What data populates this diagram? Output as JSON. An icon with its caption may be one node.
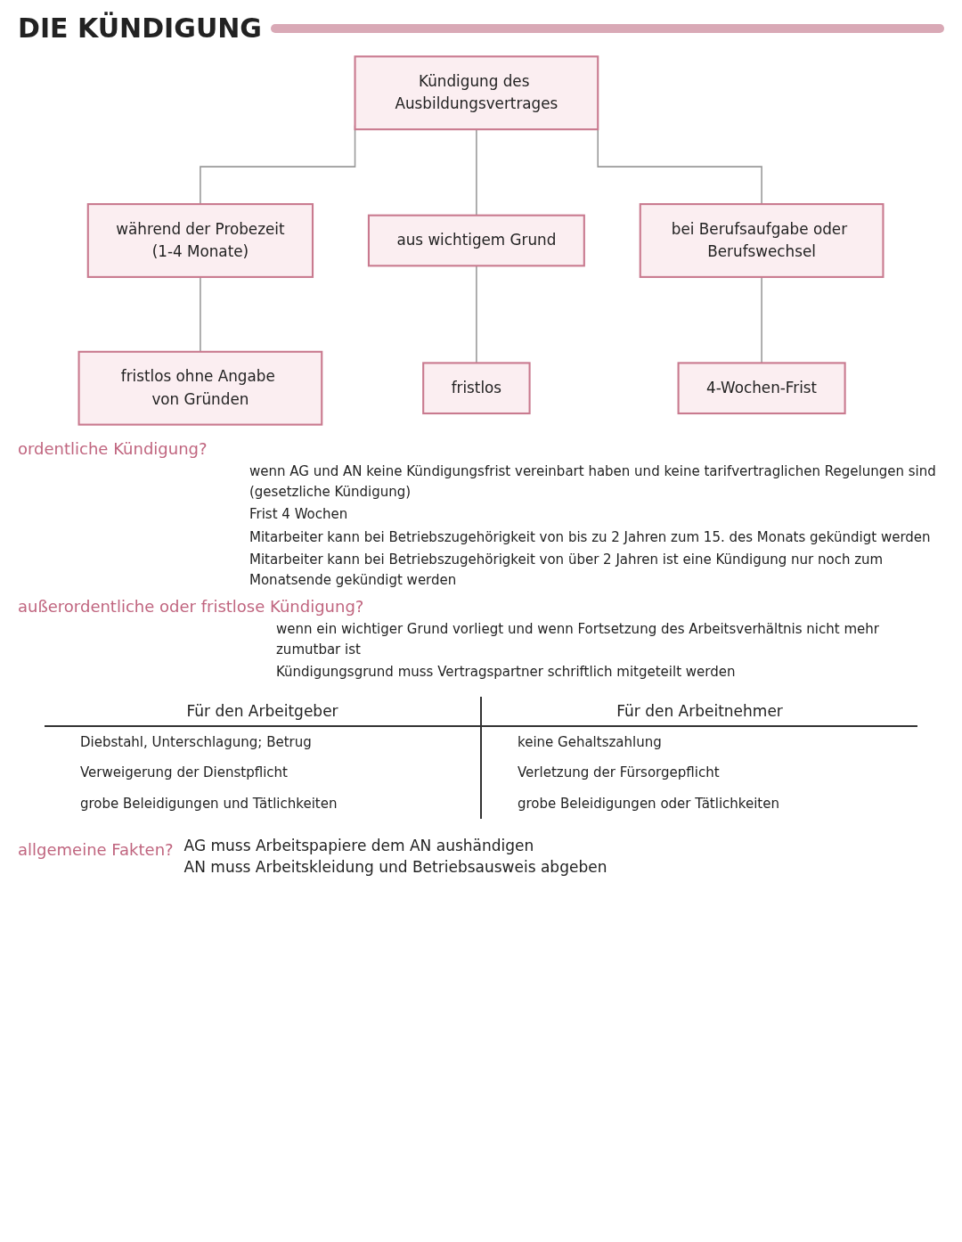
{
  "diagram": {
    "title": "DIE KÜNDIGUNG",
    "nodes": [
      {
        "text": [
          "Kündigung des Ausbildungsvertrages"
        ]
      },
      {
        "text": [
          "während der Probezeit",
          "(1-4 Monate)"
        ]
      },
      {
        "text": [
          "aus wichtigem Grund"
        ]
      },
      {
        "text": [
          "bei Berufsaufgabe oder Berufswechsel"
        ]
      },
      {
        "text": [
          "fristlos ohne Angabe von Gründen"
        ]
      },
      {
        "text": [
          "fristlos"
        ]
      },
      {
        "text": [
          "4-Wochen-Frist"
        ]
      }
    ],
    "edges": [
      {
        "from": 0,
        "to": 1,
        "arrow": "none"
      },
      {
        "from": 0,
        "to": 2,
        "arrow": "none"
      },
      {
        "from": 0,
        "to": 3,
        "arrow": "none"
      },
      {
        "from": 1,
        "to": 4,
        "arrow": "none"
      },
      {
        "from": 2,
        "to": 5,
        "arrow": "none"
      },
      {
        "from": 3,
        "to": 6,
        "arrow": "none"
      }
    ],
    "labels": [
      "ordentliche Kündigung?",
      "wenn AG und AN keine Kündigungsfrist vereinbart haben und keine tarifvertraglichen Regelungen sind (gesetzliche Kündigung)",
      "Frist 4 Wochen",
      "Mitarbeiter kann bei Betriebszugehörigkeit von bis zu 2 Jahren zum 15. des Monats gekündigt werden",
      "Mitarbeiter kann bei Betriebszugehörigkeit von über 2 Jahren ist eine Kündigung nur noch zum Monatsende gekündigt werden",
      "außerordentliche oder fristlose Kündigung?",
      "wenn ein wichtiger Grund vorliegt und wenn Fortsetzung des Arbeitsverhältnis nicht mehr zumutbar ist",
      "Kündigungsgrund muss Vertragspartner schriftlich mitgeteilt werden",
      "Für den Arbeitgeber",
      "Für den Arbeitnehmer",
      "Diebstahl, Unterschlagung; Betrug",
      "keine Gehaltszahlung",
      "Verweigerung der Dienstpflicht",
      "Verletzung der Fürsorgepflicht",
      "grobe Beleidigungen und Tätlichkeiten",
      "grobe Beleidigungen oder Tätlichkeiten",
      "allgemeine Fakten?",
      "AG muss Arbeitspapiere dem AN aushändigen",
      "AN muss Arbeitskleidung und Betriebsausweis abgeben"
    ]
  }
}
